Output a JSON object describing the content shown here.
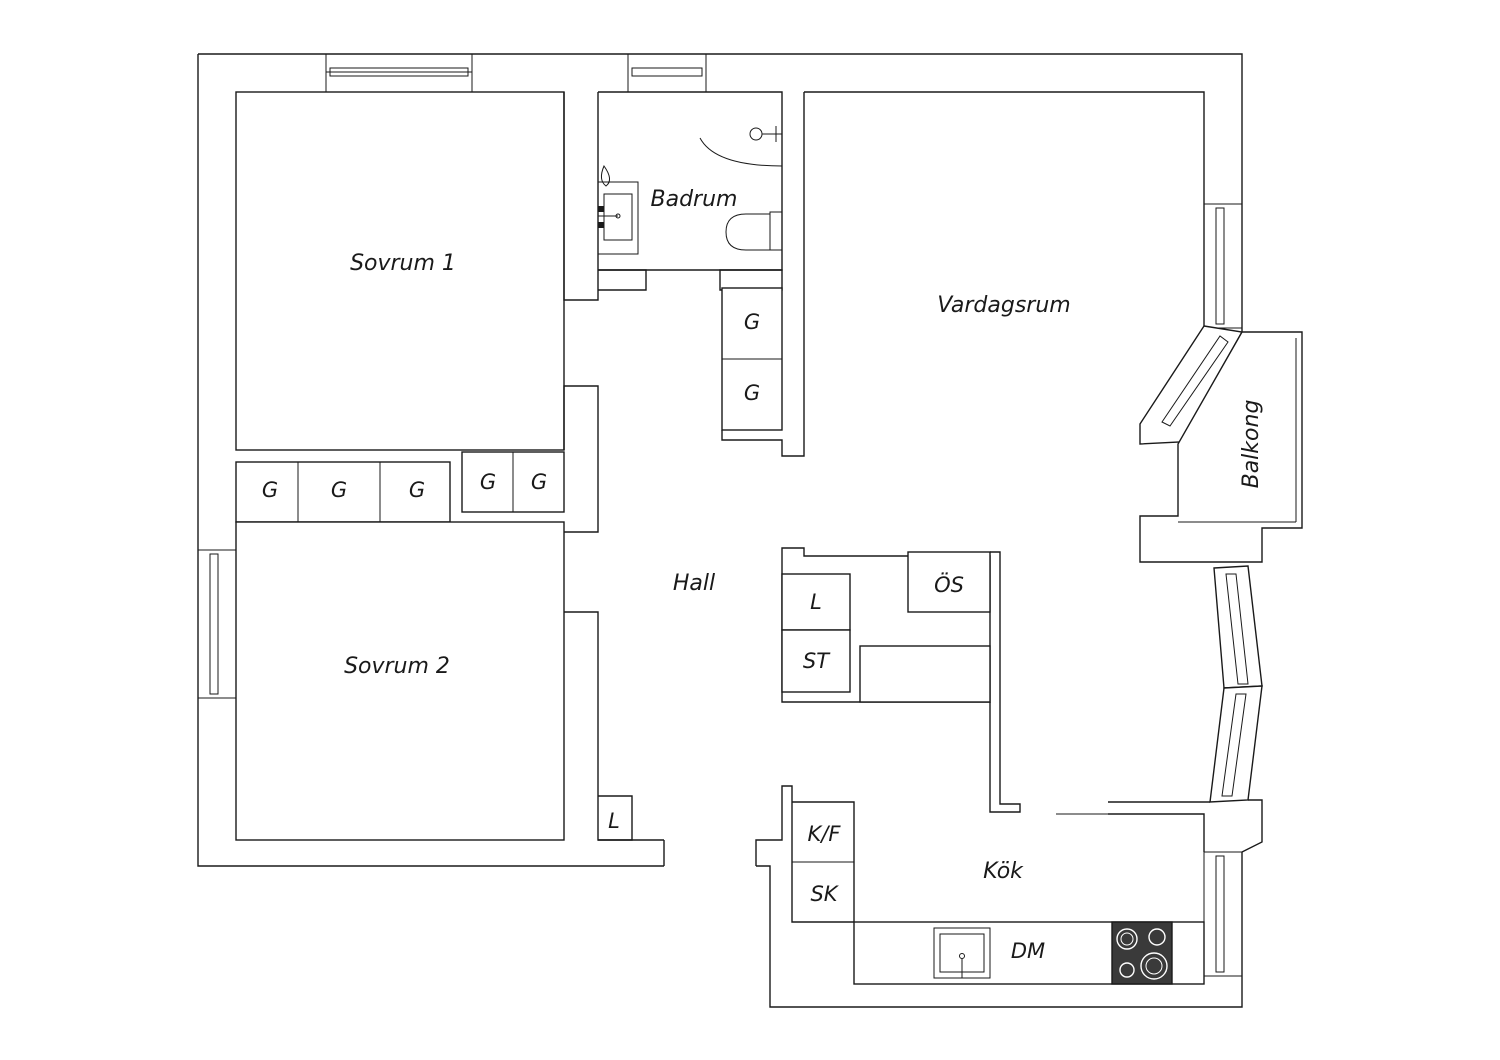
{
  "rooms": {
    "sovrum1": "Sovrum 1",
    "sovrum2": "Sovrum 2",
    "badrum": "Badrum",
    "vardagsrum": "Vardagsrum",
    "balkong": "Balkong",
    "hall": "Hall",
    "kok": "Kök"
  },
  "fixtures": {
    "wardrobe": "G",
    "linen": "L",
    "storage": "ST",
    "overhead": "ÖS",
    "fridge_freezer": "K/F",
    "cabinet": "SK",
    "dishwasher": "DM"
  },
  "colors": {
    "line": "#1a1a1a",
    "background": "#ffffff",
    "stove": "#3a3a3a"
  }
}
